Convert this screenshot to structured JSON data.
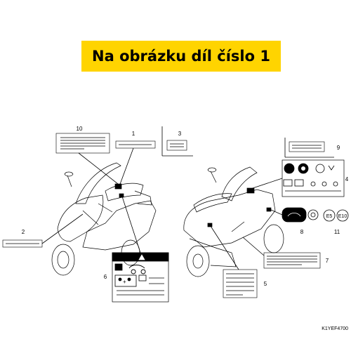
{
  "banner": {
    "text": "Na obrázku díl číslo 1",
    "background": "#ffd400"
  },
  "callouts": [
    "1",
    "2",
    "3",
    "4",
    "5",
    "6",
    "7",
    "8",
    "9",
    "10",
    "11"
  ],
  "badges": {
    "e5": "E5",
    "e10": "E10"
  },
  "diagram_code": "K1YEF4700",
  "icons": [
    "scooter-left-view-icon",
    "scooter-right-view-icon",
    "warning-triangle-icon",
    "fuel-badge-icon"
  ]
}
